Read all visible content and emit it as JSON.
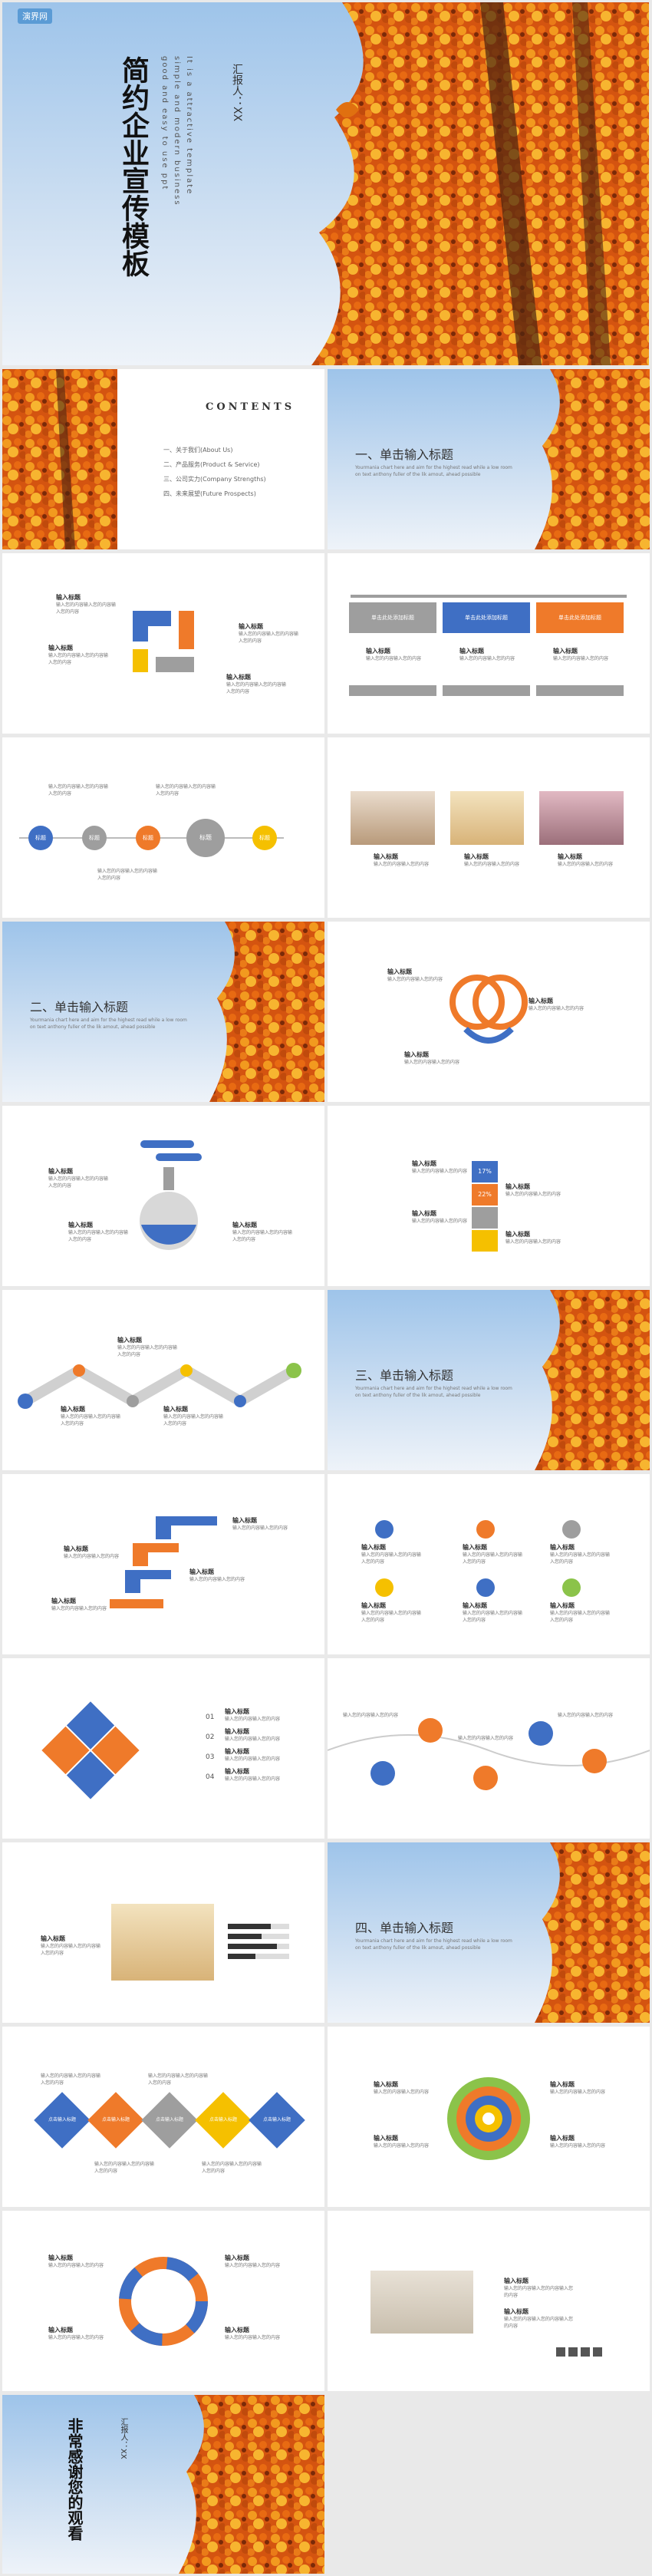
{
  "logo": "演界网",
  "cover": {
    "title": "简约企业宣传模板",
    "reporter": "汇报人：XX",
    "en_lines": [
      "good and easy to use ppt",
      "simple and modern business",
      "It is a  attractive template"
    ]
  },
  "contents": {
    "heading": "CONTENTS",
    "items": [
      "一、关于我们(About Us)",
      "二、产品服务(Product & Service)",
      "三、公司实力(Company Strengths)",
      "四、未来展望(Future Prospects)"
    ]
  },
  "sections": [
    {
      "title": "一、单击输入标题",
      "desc": "Yourmania chart here and aim for the highest read while a low room on text anthony fuller of the lik amout, ahead possible"
    },
    {
      "title": "二、单击输入标题",
      "desc": "Yourmania chart here and aim for the highest read while a low room on text anthony fuller of the lik amout, ahead possible"
    },
    {
      "title": "三、单击输入标题",
      "desc": "Yourmania chart here and aim for the highest read while a low room on text anthony fuller of the lik amout, ahead possible"
    },
    {
      "title": "四、单击输入标题",
      "desc": "Yourmania chart here and aim for the highest read while a low room on text anthony fuller of the lik amout, ahead possible"
    }
  ],
  "common": {
    "label": "输入标题",
    "text": "输入您的内容输入您的内容",
    "text_long": "输入您的内容输入您的内容输入您的内容"
  },
  "tabs": {
    "labels": [
      "单击此处添加标题",
      "单击此处添加标题",
      "单击此处添加标题"
    ]
  },
  "flow": {
    "nodes": [
      "标题",
      "标题",
      "标题",
      "标题",
      "标题"
    ]
  },
  "cubes": {
    "labels": [
      "17%",
      "22%"
    ]
  },
  "numbers": [
    "01",
    "02",
    "03",
    "04"
  ],
  "diamonds": {
    "labels": [
      "点击输入标题",
      "点击输入标题",
      "点击输入标题",
      "点击输入标题",
      "点击输入标题"
    ]
  },
  "ending": {
    "title": "非常感谢您的观看",
    "reporter": "汇报人：XX"
  },
  "colors": {
    "blue": "#3f6fc4",
    "orange": "#ef7a2a",
    "gray": "#9e9e9e",
    "yellow": "#f5c000",
    "green": "#8bc34a"
  }
}
